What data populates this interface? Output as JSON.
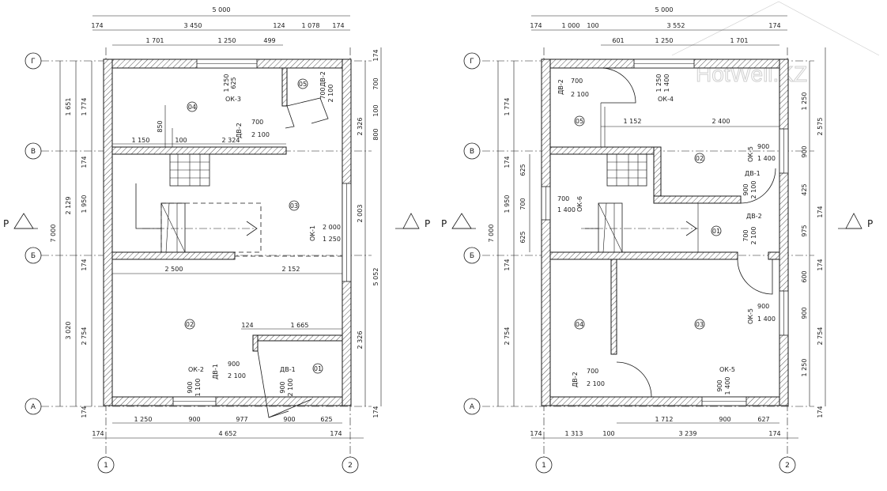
{
  "watermark": "HotWell.KZ",
  "section_label": "Р",
  "axes": {
    "rows": [
      "Г",
      "В",
      "Б",
      "А"
    ],
    "cols": [
      "1",
      "2"
    ]
  },
  "left_plan": {
    "dims_top": [
      "5 000",
      "3 450",
      "174",
      "1 078",
      "174",
      "124",
      "1 701",
      "1 250",
      "499"
    ],
    "dims_left": [
      "1 651",
      "1 774",
      "2 129",
      "1 950",
      "7 000",
      "3 020",
      "2 754",
      "174",
      "174",
      "174"
    ],
    "dims_right": [
      "174",
      "700",
      "100",
      "800",
      "2 326",
      "2 003",
      "5 052",
      "2 326",
      "174"
    ],
    "dims_bottom": [
      "1 250",
      "900",
      "977",
      "900",
      "625",
      "4 652",
      "174",
      "174"
    ],
    "dims_inner": [
      "1 150",
      "100",
      "2 324",
      "850",
      "2 500",
      "2 152",
      "124",
      "1 665"
    ],
    "rooms": [
      "04",
      "05",
      "03",
      "02",
      "01"
    ],
    "openings": [
      {
        "code": "ОК-3",
        "size": "1 250",
        "h": "625"
      },
      {
        "code": "ДВ-2",
        "w": "700",
        "h": "2 100"
      },
      {
        "code": "ДВ-2",
        "w": "700",
        "h": "2 100"
      },
      {
        "code": "ОК-1",
        "w": "2 000",
        "h": "1 250"
      },
      {
        "code": "ОК-2",
        "w": "900",
        "h": "1 100"
      },
      {
        "code": "ДВ-1",
        "w": "900",
        "h": "2 100"
      },
      {
        "code": "ДВ-1",
        "w": "900",
        "h": "2 100"
      }
    ]
  },
  "right_plan": {
    "dims_top": [
      "5 000",
      "1 000",
      "100",
      "3 552",
      "174",
      "174",
      "601",
      "1 250",
      "1 701"
    ],
    "dims_left": [
      "1 774",
      "1 950",
      "7 000",
      "2 754",
      "625",
      "700",
      "625",
      "174",
      "174"
    ],
    "dims_right": [
      "1 250",
      "2 575",
      "900",
      "425",
      "174",
      "975",
      "174",
      "600",
      "900",
      "2 754",
      "1 250",
      "174"
    ],
    "dims_bottom": [
      "1 712",
      "900",
      "627",
      "1 313",
      "100",
      "3 239",
      "174",
      "174"
    ],
    "dims_inner": [
      "1 152",
      "2 400"
    ],
    "rooms": [
      "05",
      "02",
      "01",
      "04",
      "03"
    ],
    "openings": [
      {
        "code": "ДВ-2",
        "w": "700",
        "h": "2 100"
      },
      {
        "code": "ОК-4",
        "w": "1 250",
        "h": "1 400"
      },
      {
        "code": "ОК-5",
        "w": "900",
        "h": "1 400"
      },
      {
        "code": "ДВ-1",
        "w": "900",
        "h": "2 100"
      },
      {
        "code": "ОК-6",
        "w": "700",
        "h": "1 400"
      },
      {
        "code": "ДВ-2",
        "w": "700",
        "h": "2 100"
      },
      {
        "code": "ОК-5",
        "w": "900",
        "h": "1 400"
      },
      {
        "code": "ДВ-2",
        "w": "700",
        "h": "2 100"
      },
      {
        "code": "ОК-5",
        "w": "900",
        "h": "1 400"
      }
    ]
  }
}
